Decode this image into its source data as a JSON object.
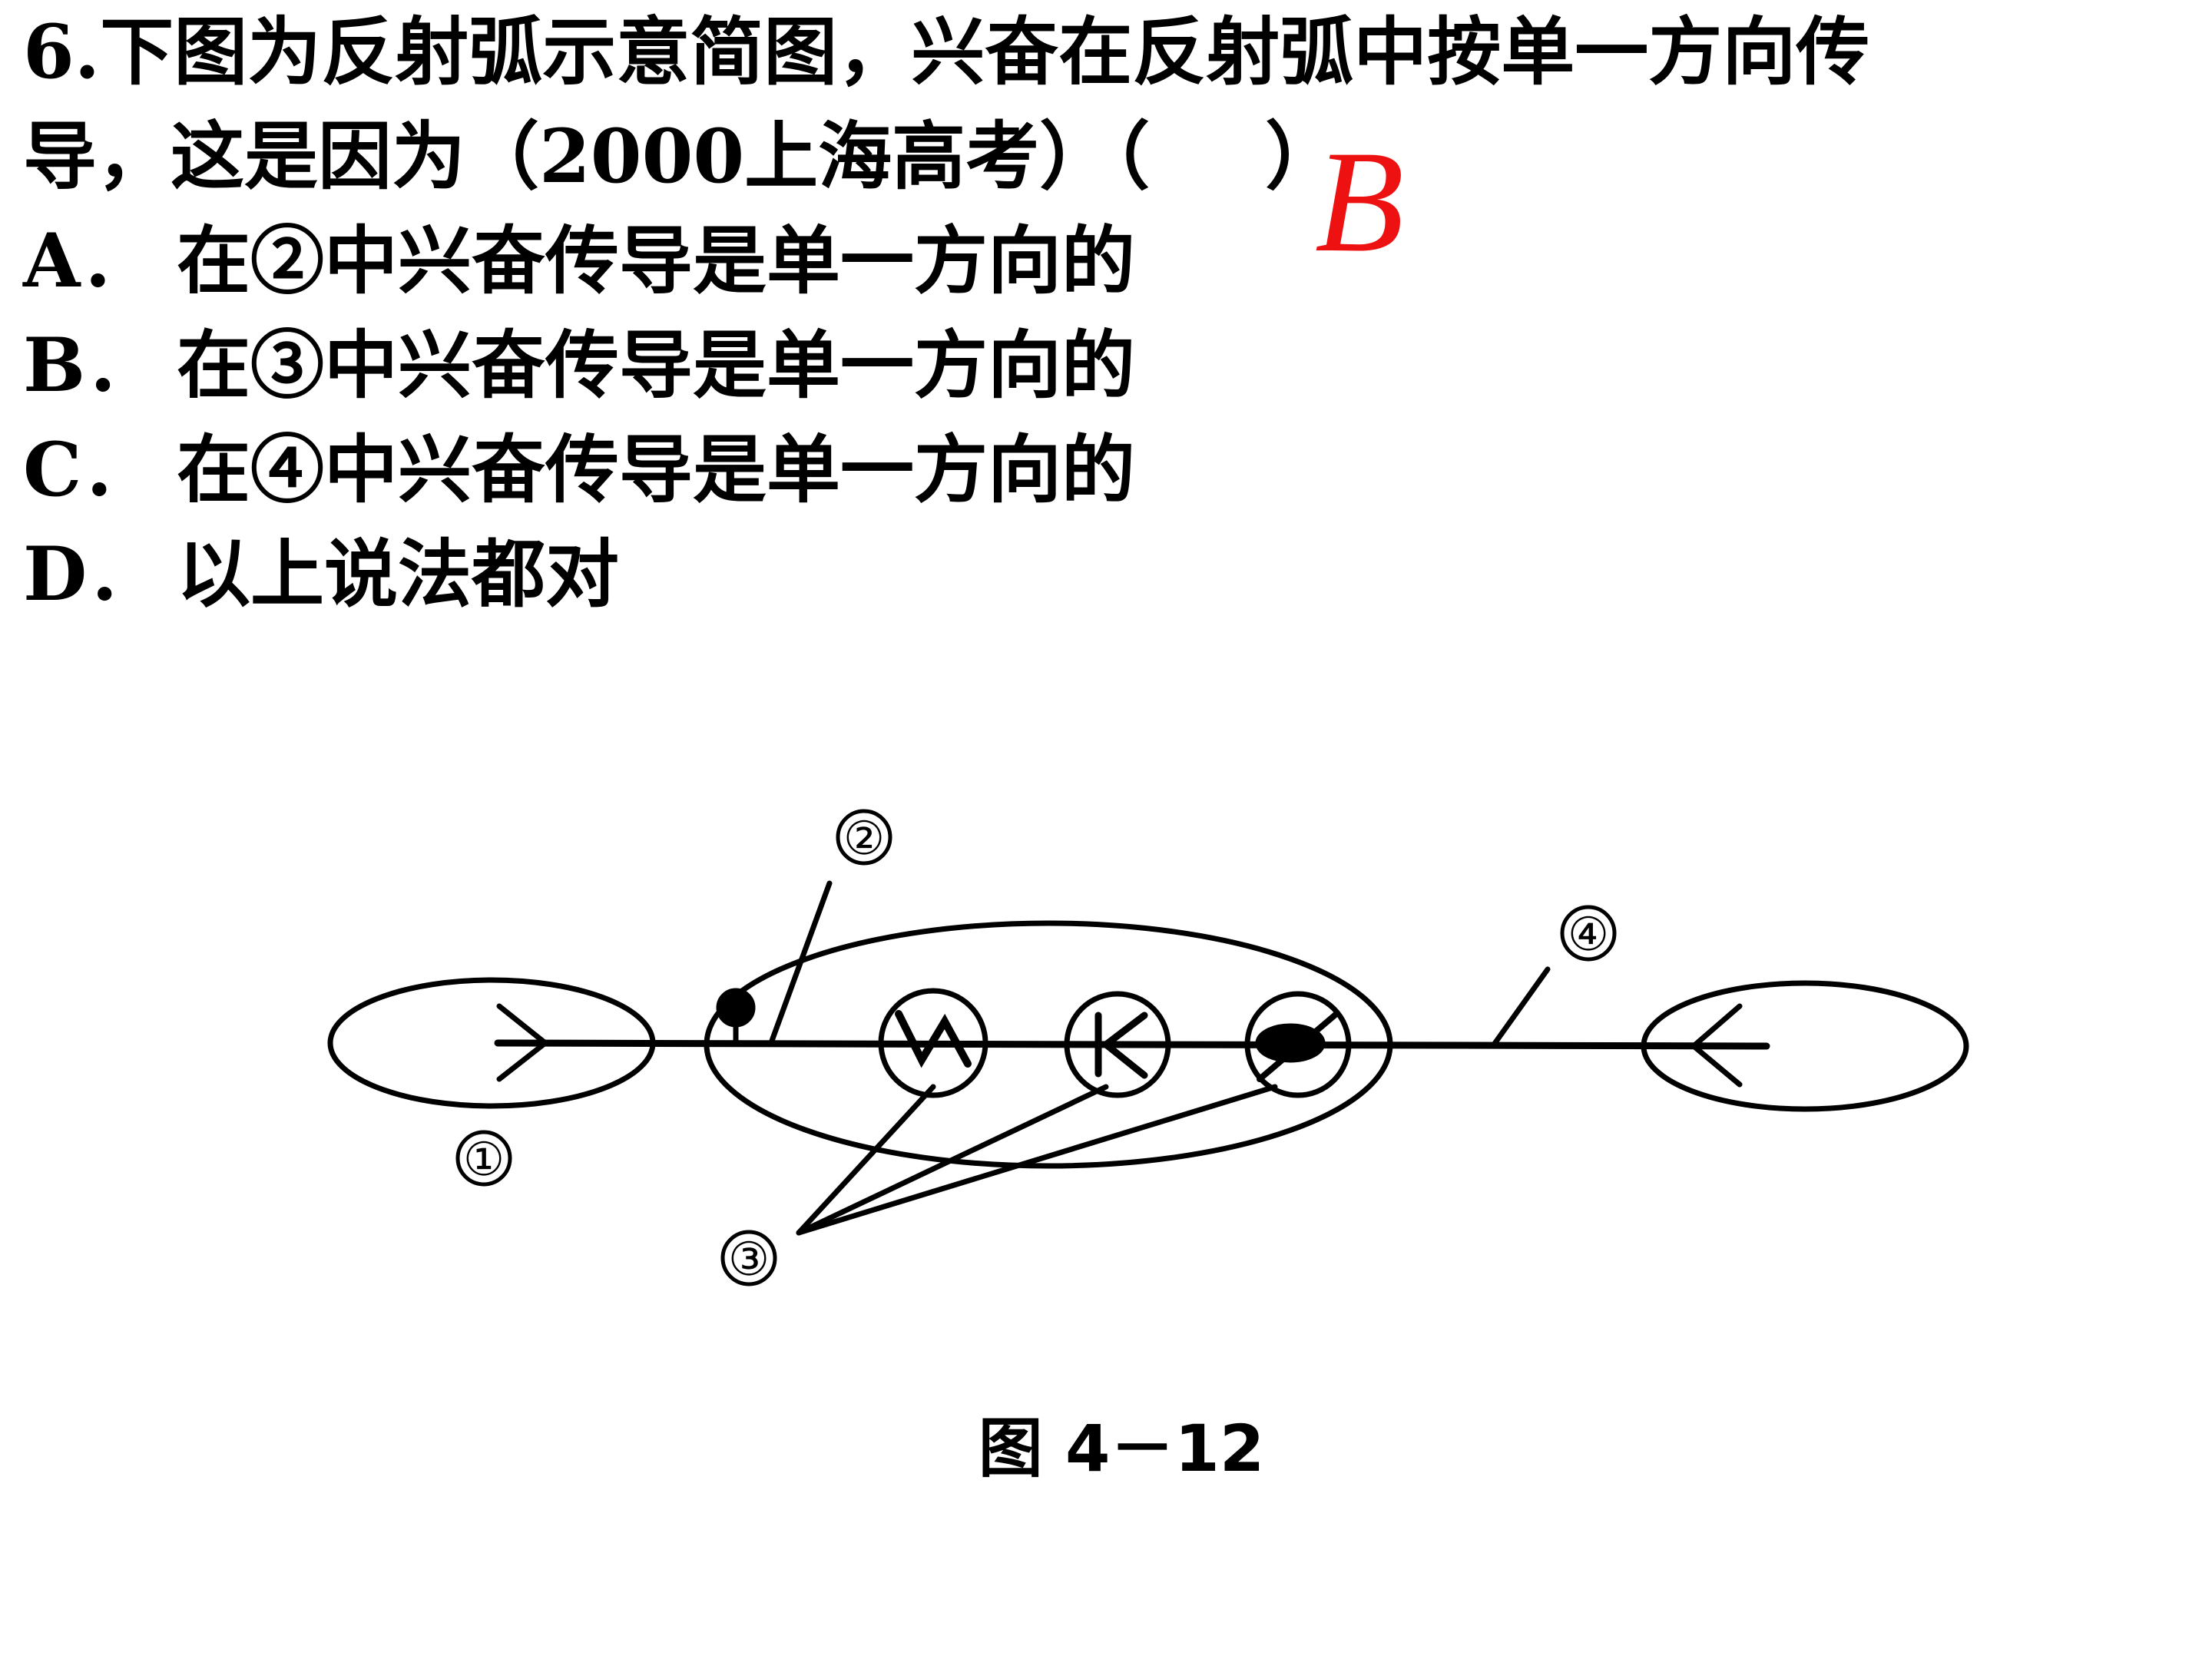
{
  "question": {
    "line1": "6.下图为反射弧示意简图，兴奋在反射弧中按单一方向传",
    "line2": "导，这是因为（2000上海高考）（",
    "line2_close": "）",
    "answer": "B",
    "options": [
      {
        "label": "A．",
        "text": "在②中兴奋传导是单一方向的"
      },
      {
        "label": "B．",
        "text": "在③中兴奋传导是单一方向的"
      },
      {
        "label": "C．",
        "text": "在④中兴奋传导是单一方向的"
      },
      {
        "label": "D．",
        "text": "以上说法都对"
      }
    ]
  },
  "figure": {
    "labels": {
      "one": "①",
      "two": "②",
      "three": "③",
      "four": "④"
    },
    "caption": "图 4－12"
  },
  "colors": {
    "text": "#000000",
    "answer": "#ee1111"
  }
}
